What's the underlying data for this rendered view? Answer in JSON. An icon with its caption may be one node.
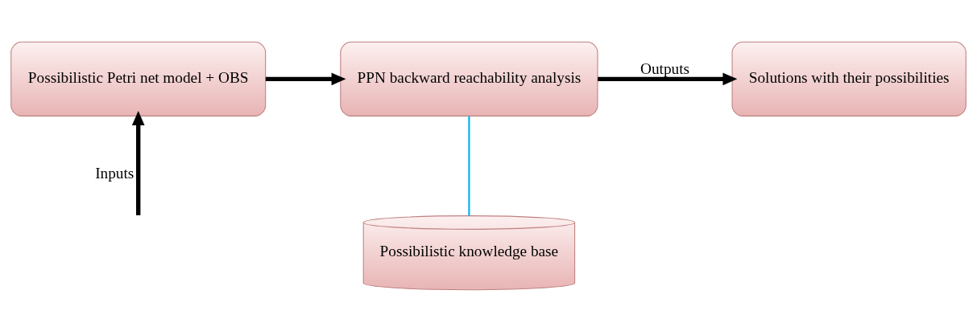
{
  "diagram": {
    "nodes": [
      {
        "text": [
          "Possibilistic Petri net model + OBS"
        ]
      },
      {
        "text": [
          "PPN backward reachability analysis"
        ]
      },
      {
        "text": [
          "Solutions with their possibilities"
        ]
      },
      {
        "text": [
          "Possibilistic knowledge base"
        ]
      }
    ],
    "edges": [
      {
        "from": null,
        "to": 0,
        "arrow": "to",
        "label": "Inputs"
      },
      {
        "from": 0,
        "to": 1,
        "arrow": "to"
      },
      {
        "from": 1,
        "to": 2,
        "arrow": "to",
        "label": "Outputs"
      },
      {
        "from": 1,
        "to": 3,
        "arrow": "none",
        "color": "#00b0f0"
      }
    ]
  }
}
